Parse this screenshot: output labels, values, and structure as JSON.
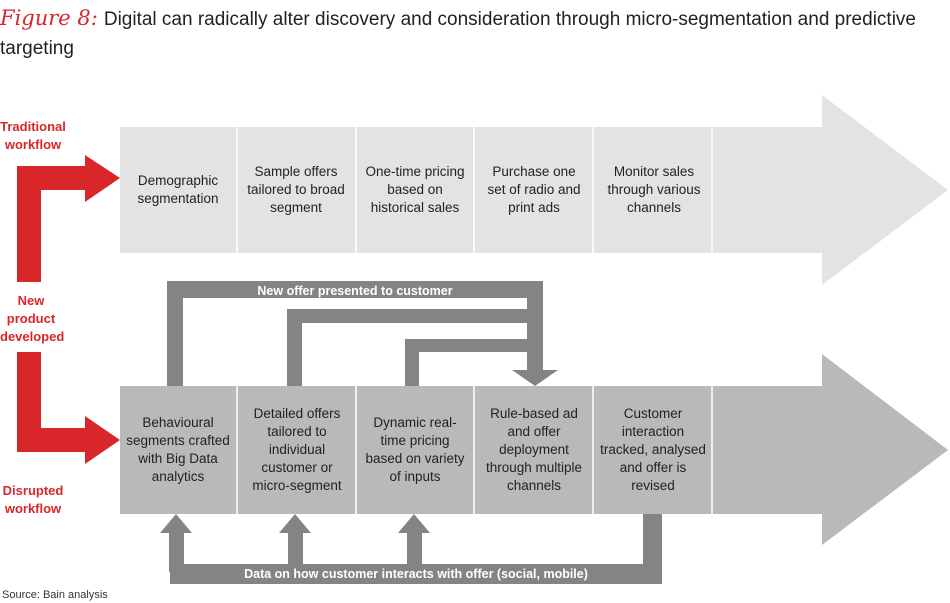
{
  "title": {
    "figure_label": "Figure 8:",
    "text": "Digital can radically alter discovery and consideration through micro-segmentation and predictive targeting"
  },
  "labels": {
    "traditional": "Traditional workflow",
    "new_product": "New product developed",
    "disrupted": "Disrupted workflow"
  },
  "traditional_steps": [
    "Demographic segmentation",
    "Sample offers tailored to broad segment",
    "One-time pricing based on historical sales",
    "Purchase one set of radio and print ads",
    "Monitor sales through various channels"
  ],
  "disrupted_steps": [
    "Behavioural segments crafted with Big Data analytics",
    "Detailed offers tailored to individual customer or micro-segment",
    "Dynamic real-time pricing based on variety of inputs",
    "Rule-based ad and offer deployment through multiple channels",
    "Customer interaction tracked, analysed and offer is revised"
  ],
  "feedback": {
    "top": "New offer presented to customer",
    "bottom": "Data on how customer interacts with offer (social, mobile)"
  },
  "source": "Source: Bain analysis",
  "colors": {
    "red": "#d8262b",
    "light_gray": "#e3e3e4",
    "mid_gray": "#b8b9bb",
    "dark_gray": "#838486"
  }
}
